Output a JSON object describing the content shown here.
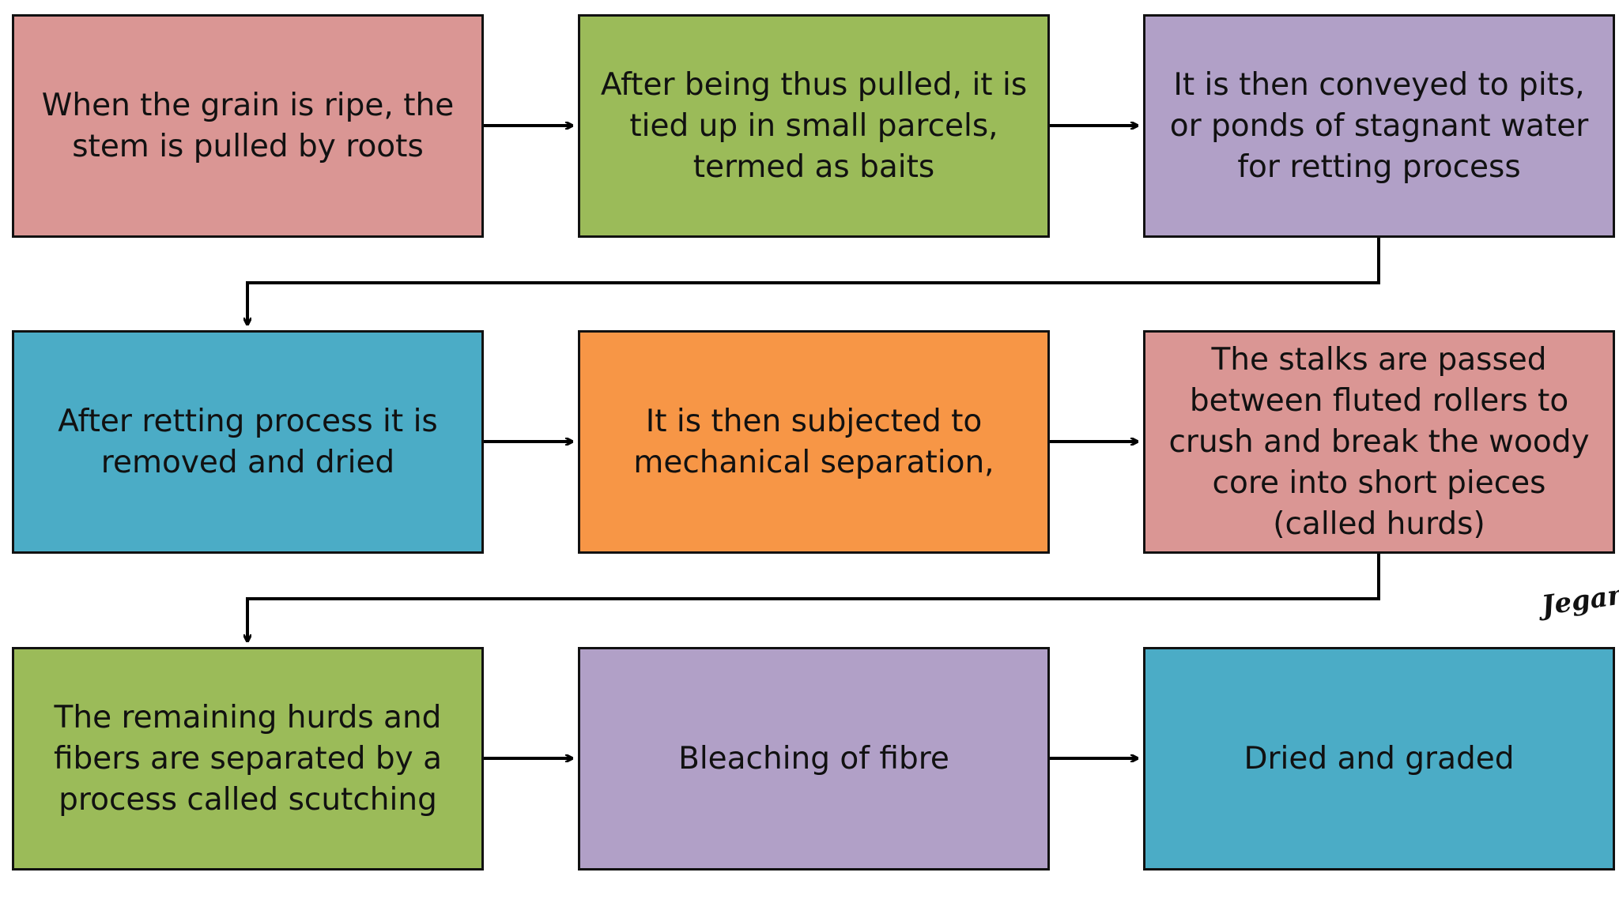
{
  "steps": [
    {
      "text": "When the grain is ripe, the stem is pulled by roots",
      "color": "#DA9694"
    },
    {
      "text": "After being thus pulled, it is tied up in small parcels, termed as baits",
      "color": "#9BBB59"
    },
    {
      "text": "It is then conveyed to pits, or ponds of stagnant water for retting process",
      "color": "#B1A0C7"
    },
    {
      "text": "After retting process it is removed and dried",
      "color": "#4BACC6"
    },
    {
      "text": "It is then subjected to mechanical separation,",
      "color": "#F79646"
    },
    {
      "text": "The stalks are passed between fluted rollers to crush and break the woody core into short pieces (called hurds)",
      "color": "#DA9694"
    },
    {
      "text": "The remaining hurds and fibers are separated by a process called scutching",
      "color": "#9BBB59"
    },
    {
      "text": "Bleaching of fibre",
      "color": "#B1A0C7"
    },
    {
      "text": "Dried and graded",
      "color": "#4BACC6"
    }
  ],
  "signature": "Jegan",
  "arrow_color": "#000000"
}
